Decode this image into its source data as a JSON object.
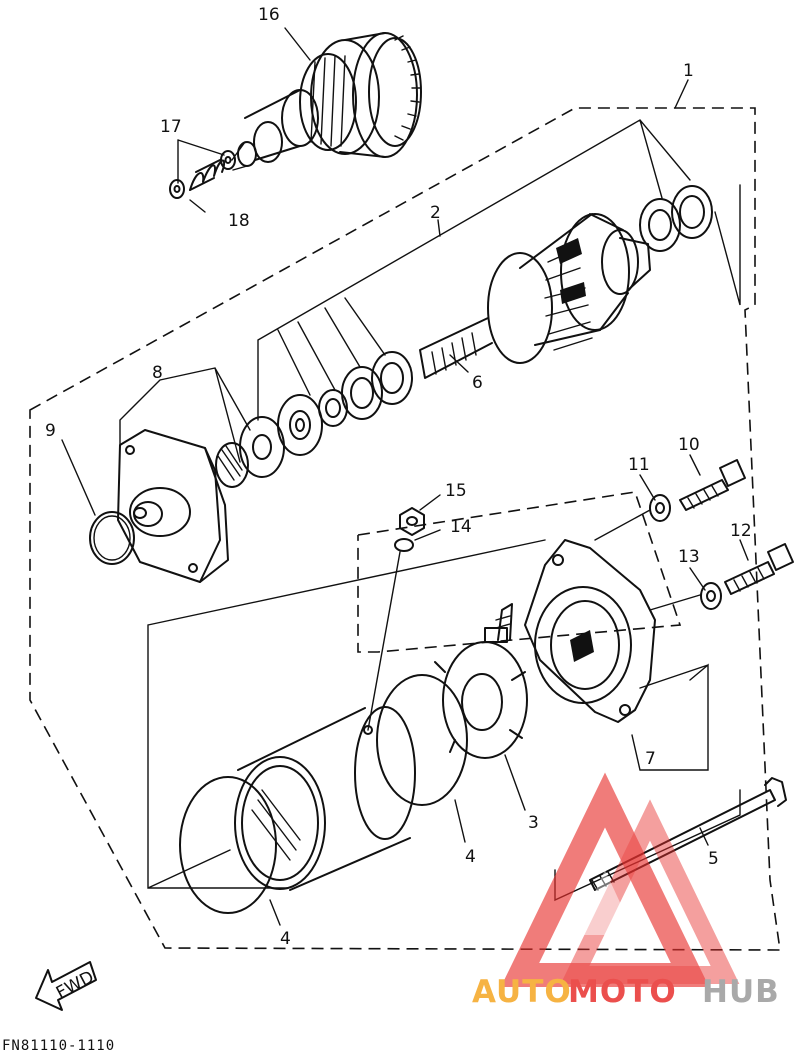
{
  "labels": {
    "p1": "1",
    "p2": "2",
    "p3": "3",
    "p4a": "4",
    "p4b": "4",
    "p5": "5",
    "p6": "6",
    "p7": "7",
    "p8": "8",
    "p9": "9",
    "p10": "10",
    "p11": "11",
    "p12": "12",
    "p13": "13",
    "p14": "14",
    "p15": "15",
    "p16": "16",
    "p17": "17",
    "p18": "18"
  },
  "fwd": "FWD",
  "code": "FN81110-1110",
  "watermark": {
    "part1": "AUTO",
    "part2": "MOTO",
    "part3": "HUB"
  },
  "colors": {
    "watermark_orange": "#f5a623",
    "watermark_red": "#e8312f",
    "watermark_gray": "#9b9b9b",
    "line": "#111111"
  }
}
